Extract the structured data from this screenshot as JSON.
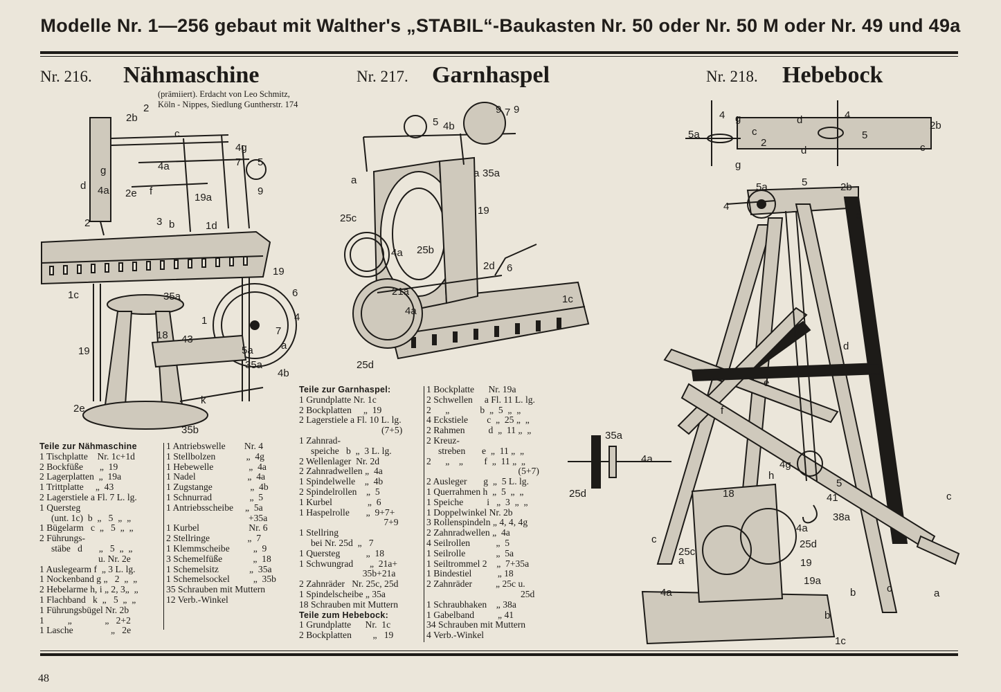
{
  "header": "Modelle Nr. 1—256 gebaut mit Walther's „STABIL“-Baukasten Nr. 50 oder Nr. 50 M oder Nr. 49 und 49a",
  "page_number": "48",
  "models": [
    {
      "number": "Nr. 216.",
      "name": "Nähmaschine",
      "credit_line1": "(prämiiert).  Erdacht von Leo Schmitz,",
      "credit_line2": "Köln - Nippes,  Siedlung  Guntherstr. 174",
      "labels": [
        "2",
        "2b",
        "c",
        "4g",
        "5",
        "7",
        "9",
        "4a",
        "d",
        "4a",
        "g",
        "2e",
        "f",
        "19a",
        "2",
        "b",
        "3",
        "1d",
        "1c",
        "19",
        "6",
        "4",
        "35a",
        "18",
        "43",
        "1",
        "7",
        "a",
        "5a",
        "35a",
        "4b",
        "19",
        "2e",
        "k",
        "35b"
      ]
    },
    {
      "number": "Nr. 217.",
      "name": "Garnhaspel",
      "labels": [
        "5",
        "4b",
        "9",
        "7",
        "9",
        "a",
        "a",
        "35a",
        "19",
        "25c",
        "4a",
        "25b",
        "2d",
        "6",
        "21a",
        "4a",
        "1c",
        "25d"
      ]
    },
    {
      "number": "Nr. 218.",
      "name": "Hebebock",
      "labels": [
        "4",
        "g",
        "d",
        "4",
        "2b",
        "5a",
        "c",
        "2",
        "5",
        "c",
        "g",
        "d",
        "5a",
        "5",
        "2b",
        "4",
        "e",
        "d",
        "e",
        "f",
        "18",
        "35a",
        "4a",
        "4g",
        "h",
        "5",
        "41",
        "38a",
        "25d",
        "4a",
        "25d",
        "c",
        "25c",
        "a",
        "19",
        "19a",
        "4a",
        "b",
        "b",
        "c",
        "c",
        "a",
        "1c"
      ]
    }
  ],
  "parts_naehmaschine": {
    "heading": "Teile zur Nähmaschine",
    "col1": [
      "1 Tischplatte    Nr. 1c+1d",
      "2 Bockfüße       „  19",
      "2 Lagerplatten  „  19a",
      "1 Trittplatte     „  43",
      "2 Lagerstiele a Fl. 7 L. lg.",
      "1 Quersteg",
      "     (unt. 1c)  b  „   5  „  „",
      "1 Bügelarm   c  „   5  „  „",
      "2 Führungs-",
      "     stäbe   d       „   5  „  „",
      "                         u. Nr. 2e",
      "1 Auslegearm f  „ 3 L. lg.",
      "1 Nockenband g „   2  „  „",
      "2 Hebelarme h, i „ 2, 3„  „",
      "1 Flachband   k  „   5  „  „",
      "1 Führungsbügel Nr. 2b",
      "1          „              „   2+2",
      "1 Lasche                „   2e"
    ],
    "col2": [
      "1 Antriebswelle        Nr. 4",
      "1 Stellbolzen             „  4g",
      "1 Hebewelle               „  4a",
      "1 Nadel                      „  4a",
      "1 Zugstange                „  4b",
      "1 Schnurrad                „  5",
      "1 Antriebsscheibe     „  5a",
      "                                   +35a",
      "1 Kurbel                     Nr. 6",
      "2 Stellringe                „  7",
      "1 Klemmscheibe          „  9",
      "3 Schemelfüße             „  18",
      "1 Schemelsitz             „  35a",
      "1 Schemelsockel          „  35b",
      "35 Schrauben mit Muttern",
      "12 Verb.-Winkel"
    ]
  },
  "parts_garnhaspel": {
    "heading": "Teile zur Garnhaspel:",
    "lines": [
      "1 Grundplatte Nr. 1c",
      "2 Bockplatten     „  19",
      "2 Lagerstiele a Fl. 10 L. lg.",
      "                                   (7+5)",
      "1 Zahnrad-",
      "     speiche   b  „  3 L. lg.",
      "2 Wellenlager  Nr. 2d",
      "2 Zahnradwellen „  4a",
      "1 Spindelwelle    „  4b",
      "2 Spindelrollen    „  5",
      "1 Kurbel               „  6",
      "1 Haspelrolle       „  9+7+",
      "                                    7+9",
      "1 Stellring",
      "     bei Nr. 25d  „   7",
      "1 Quersteg           „  18",
      "1 Schwungrad       „  21a+",
      "                           35b+21a",
      "2 Zahnräder   Nr. 25c, 25d",
      "1 Spindelscheibe „ 35a",
      "18 Schrauben mit Muttern"
    ],
    "heading2": "Teile zum Hebebock:",
    "lines2": [
      "1 Grundplatte      Nr.  1c",
      "2 Bockplatten         „   19"
    ]
  },
  "parts_hebebock": {
    "lines": [
      "1 Bockplatte      Nr. 19a",
      "2 Schwellen     a Fl. 11 L. lg.",
      "2      „             b  „  5  „  „",
      "4 Eckstiele        c  „  25 „  „",
      "2 Rahmen          d  „  11 „  „",
      "2 Kreuz-",
      "     streben       e  „  11 „  „",
      "2      „    „         f  „  11 „  „",
      "                                       (5+7)",
      "2 Ausleger       g  „  5 L. lg.",
      "1 Querrahmen h  „  5  „  „",
      "1 Speiche          i   „  3  „  „",
      "1 Doppelwinkel Nr. 2b",
      "3 Rollenspindeln „ 4, 4, 4g",
      "2 Zahnradwellen „  4a",
      "4 Seilrollen           „  5",
      "1 Seilrolle             „  5a",
      "1 Seiltrommel 2    „  7+35a",
      "1 Bindestiel           „ 18",
      "2 Zahnräder          „ 25c u.",
      "                                        25d",
      "1 Schraubhaken    „ 38a",
      "1 Gabelband          „ 41",
      "34 Schrauben mit Muttern",
      "4 Verb.-Winkel"
    ]
  },
  "colors": {
    "paper": "#ebe6da",
    "ink": "#1d1b18",
    "plate": "#cfc9bc"
  }
}
